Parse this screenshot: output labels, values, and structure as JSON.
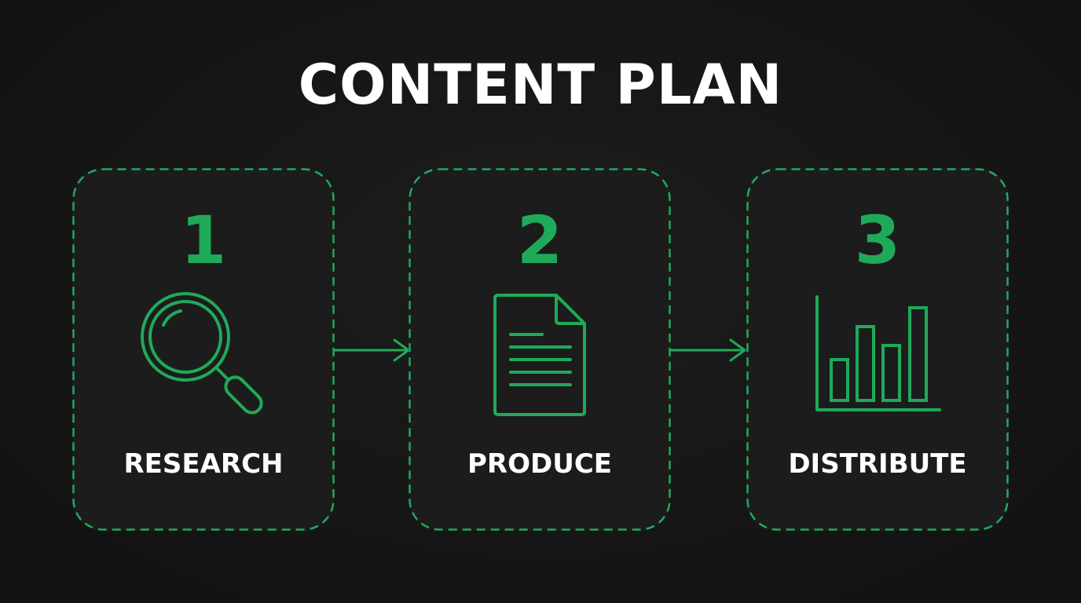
{
  "title": "CONTENT PLAN",
  "colors": {
    "accent": "#1faa5a",
    "background": "#141414",
    "card": "#1c1c1c",
    "text": "#ffffff"
  },
  "steps": [
    {
      "number": "1",
      "label": "RESEARCH",
      "icon": "magnifying-glass-icon"
    },
    {
      "number": "2",
      "label": "PRODUCE",
      "icon": "document-icon"
    },
    {
      "number": "3",
      "label": "DISTRIBUTE",
      "icon": "bar-chart-icon"
    }
  ]
}
